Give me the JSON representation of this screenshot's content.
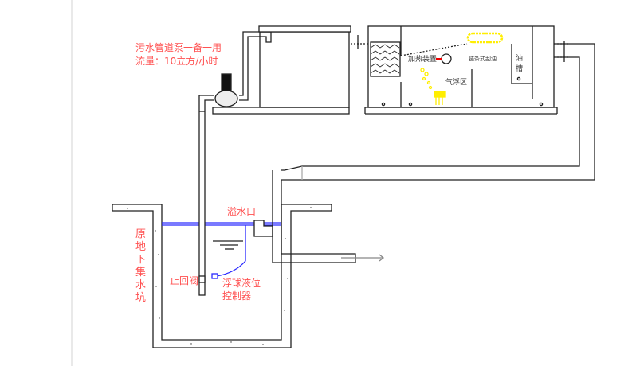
{
  "labels": {
    "pump_title": "污水管道泵一备一用",
    "pump_flow": "流量：10立方/小时",
    "heater": "加热装置",
    "skimmer": "链条式刮油",
    "flotation": "气浮区",
    "oil_tank": "油槽",
    "overflow": "溢水口",
    "pit": "原地下集水坑",
    "check_valve": "止回阀",
    "float_switch_1": "浮球液位",
    "float_switch_2": "控制器"
  },
  "colors": {
    "label": "#ff5050",
    "line": "#222222",
    "water": "#2a2aff",
    "equipment": "#ffee00"
  }
}
